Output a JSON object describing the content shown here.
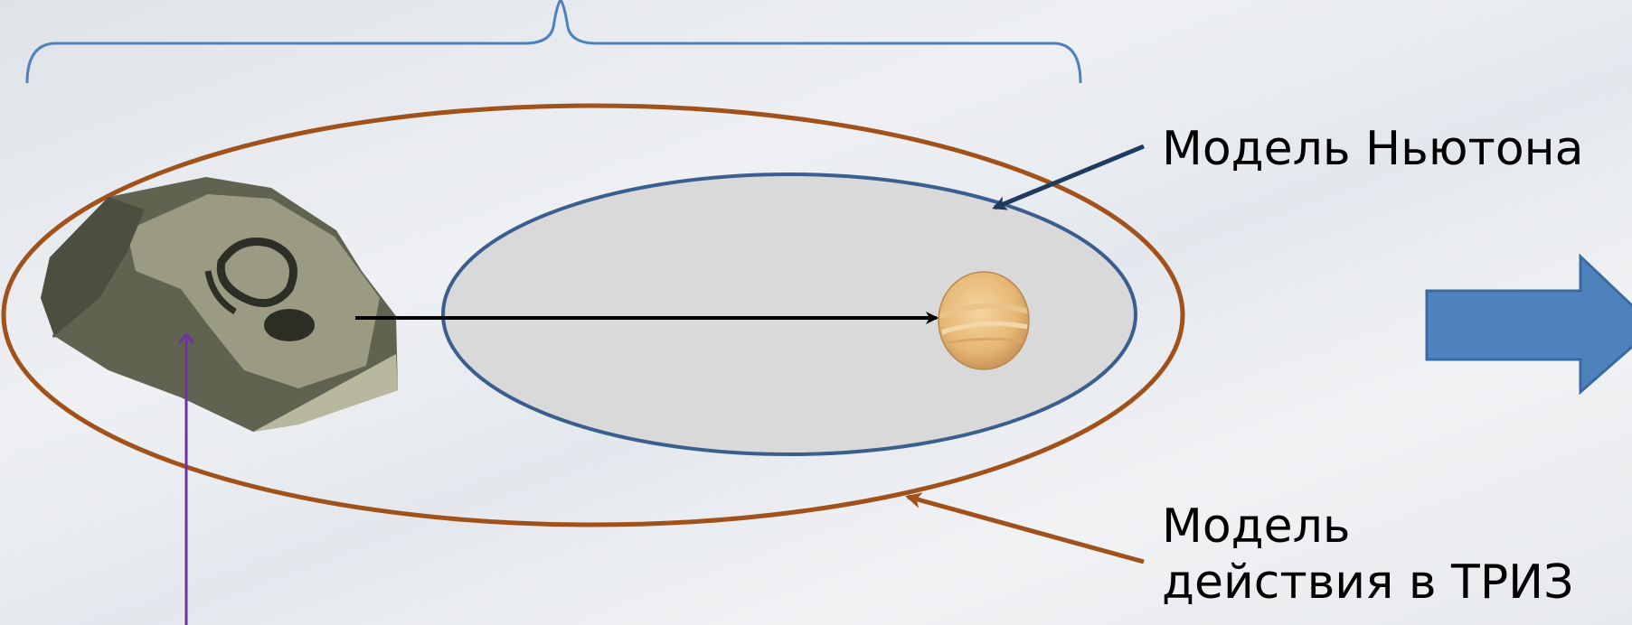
{
  "labels": {
    "newton_model": "Модель Ньютона",
    "triz_model_line1": "Модель",
    "triz_model_line2": "действия в ТРИЗ"
  },
  "colors": {
    "brace": "#4f81bd",
    "outer_ellipse": "#a0521a",
    "inner_ellipse": "#3a5f8f",
    "inner_fill": "#d9d9d9",
    "newton_pointer": "#1f3a5f",
    "triz_pointer": "#a0521a",
    "force_arrow": "#000000",
    "purple_line": "#7030a0",
    "big_arrow": "#4f81bd",
    "big_arrow_border": "#3a6aa3"
  },
  "icons": {
    "stone": "stone-icon",
    "nut": "nut-icon"
  }
}
